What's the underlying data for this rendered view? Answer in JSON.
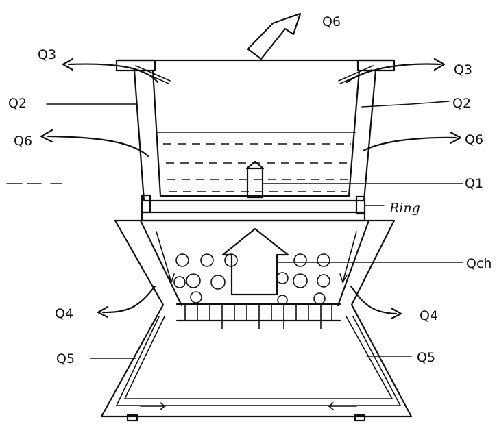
{
  "labels": {
    "q6_top": "Q6",
    "q3_left": "Q3",
    "q3_right": "Q3",
    "q2_left": "Q2",
    "q2_right": "Q2",
    "q6_left": "Q6",
    "q6_right": "Q6",
    "q1": "Q1",
    "ring": "Ring",
    "qch": "Qch",
    "q4_left": "Q4",
    "q4_right": "Q4",
    "q5_left": "Q5",
    "q5_right": "Q5"
  },
  "colors": {
    "ink": "#111111",
    "paper": "#ffffff"
  }
}
